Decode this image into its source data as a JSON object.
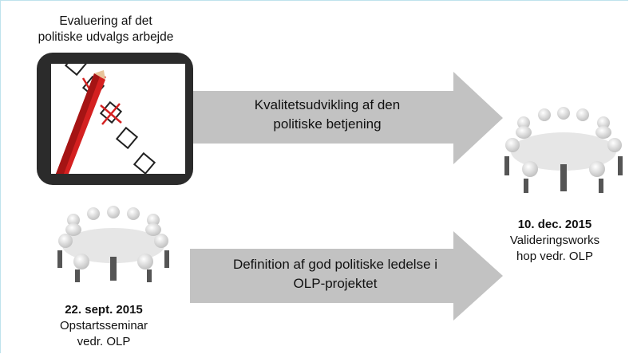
{
  "top_caption": {
    "line1": "Evaluering af det",
    "line2": "politiske udvalgs arbejde"
  },
  "arrow_top": {
    "line1": "Kvalitetsudvikling af den",
    "line2": "politiske betjening"
  },
  "arrow_bottom": {
    "line1": "Definition af god politiske ledelse i",
    "line2": "OLP-projektet"
  },
  "event_start": {
    "date": "22. sept. 2015",
    "line1": "Opstartsseminar",
    "line2": "vedr. OLP"
  },
  "event_end": {
    "date": "10. dec. 2015",
    "line1": "Valideringsworks",
    "line2": "hop vedr. OLP"
  },
  "colors": {
    "arrow": "#c2c2c2",
    "checklist_frame": "#2b2b2b",
    "pencil": "#d42020",
    "border": "#bfe3ec"
  },
  "icons": [
    "checklist-pencil-icon",
    "meeting-table-icon"
  ]
}
